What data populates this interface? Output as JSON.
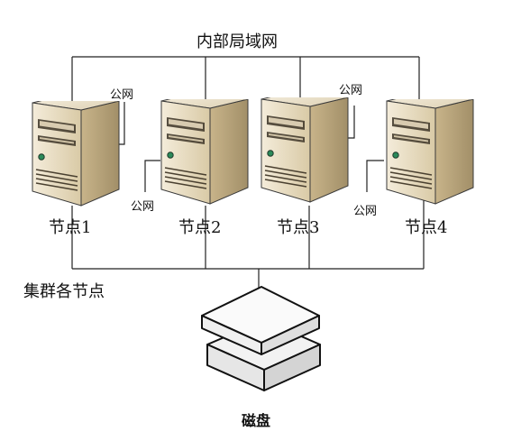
{
  "diagram": {
    "lan_label": "内部局域网",
    "cluster_label": "集群各节点",
    "storage_label": "磁盘",
    "public_net_label": "公网",
    "nodes": [
      {
        "label": "节点1"
      },
      {
        "label": "节点2"
      },
      {
        "label": "节点3"
      },
      {
        "label": "节点4"
      }
    ]
  }
}
